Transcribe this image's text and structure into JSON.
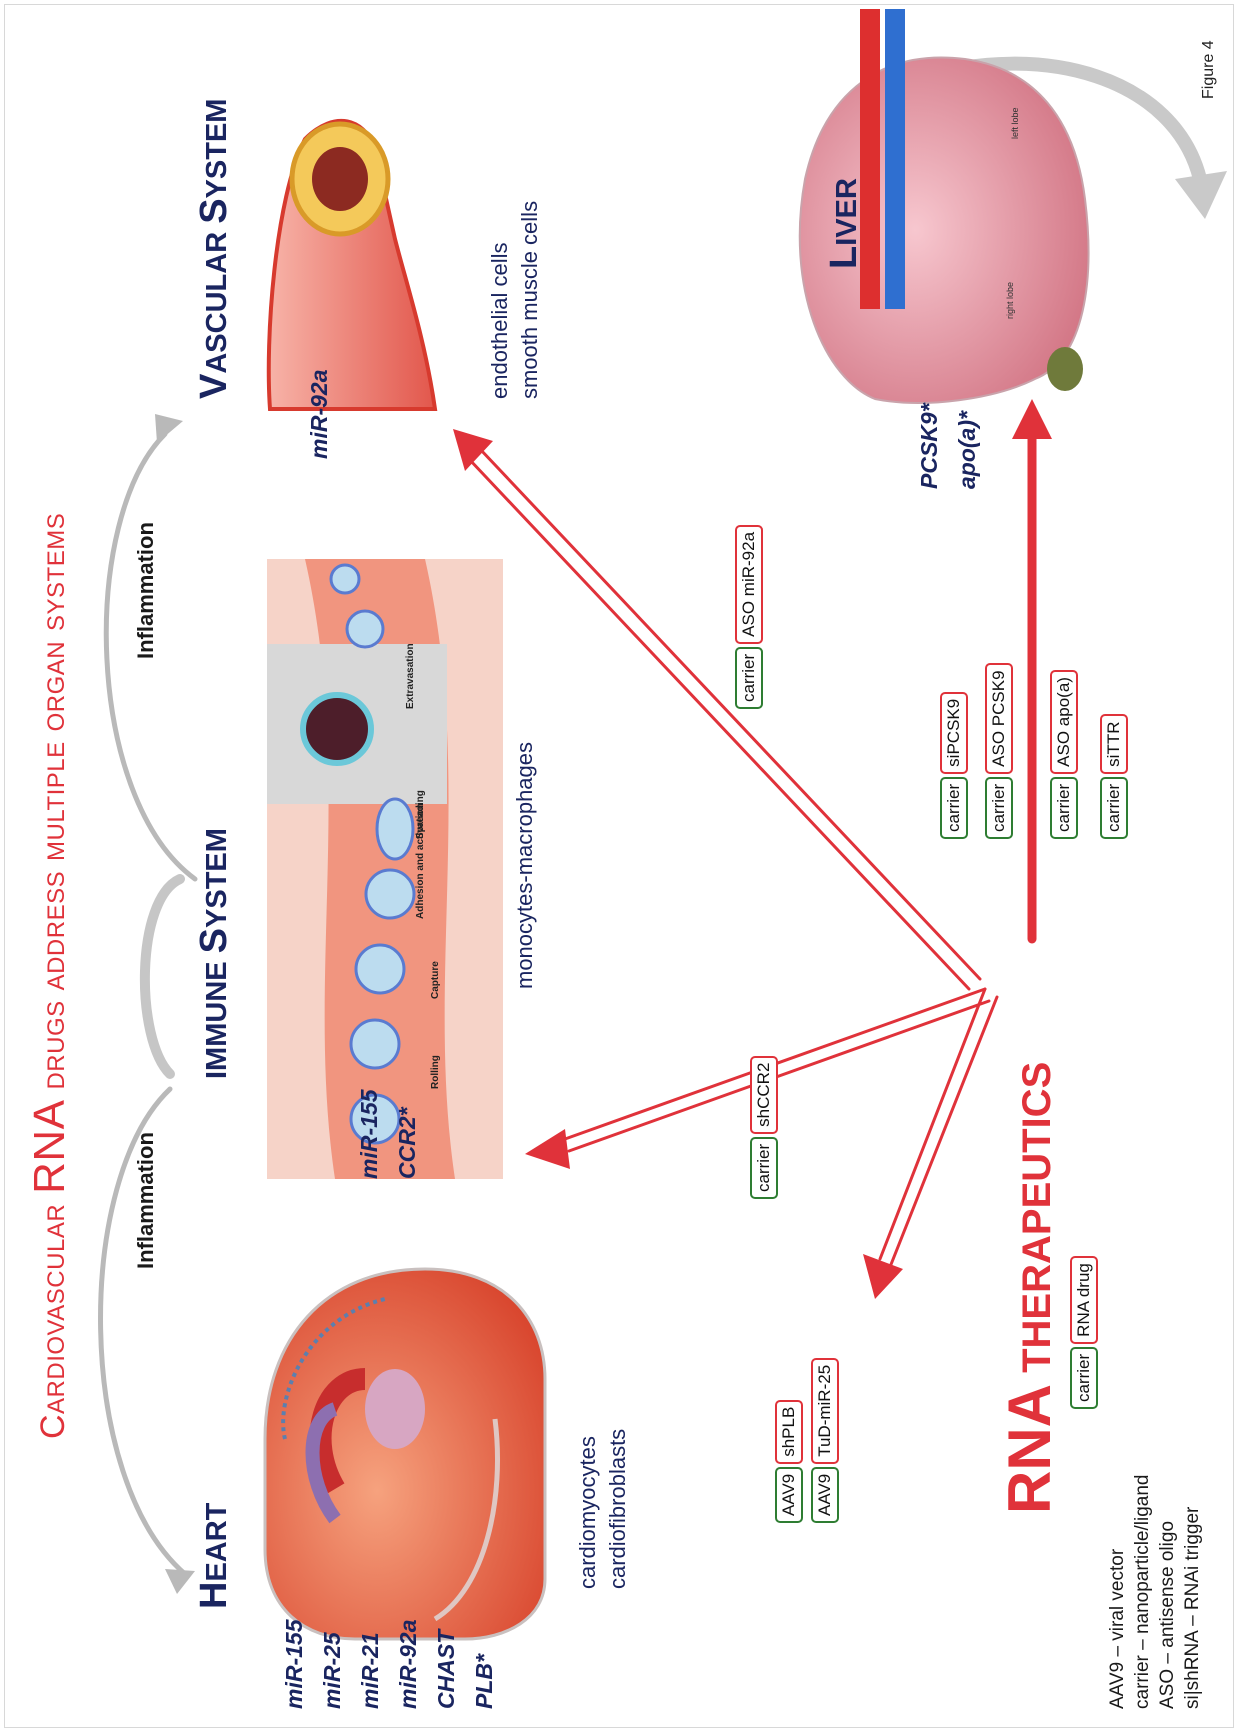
{
  "title": {
    "part1": "Cardiovascular ",
    "rna": "RNA",
    "part2": " drugs address multiple organ systems"
  },
  "organs": {
    "heart": {
      "first": "H",
      "rest": "EART"
    },
    "immune": {
      "first": "IMMUNE ",
      "s": "S",
      "rest": "YSTEM"
    },
    "vascular": {
      "v": "V",
      "rest1": "ASCULAR ",
      "s": "S",
      "rest2": "YSTEM"
    },
    "liver": {
      "first": "L",
      "rest": "IVER"
    }
  },
  "inflammation": [
    "Inflammation",
    "Inflammation"
  ],
  "heart_genes": [
    "miR-155",
    "miR-25",
    "miR-21",
    "miR-92a",
    "CHAST",
    "PLB*"
  ],
  "immune_genes": [
    "miR-155",
    "CCR2*"
  ],
  "vascular_genes": [
    "miR-92a"
  ],
  "liver_genes": [
    "PCSK9*",
    "apo(a)*"
  ],
  "heart_cells": [
    "cardiomyocytes",
    "cardiofibroblasts"
  ],
  "immune_cells": [
    "monocytes-macrophages"
  ],
  "vascular_cells": [
    "endothelial cells",
    "smooth muscle cells"
  ],
  "immune_diagram_labels": [
    "Rolling",
    "Capture",
    "Adhesion and activation",
    "Spreading",
    "Extravasation"
  ],
  "liver_diagram_labels": [
    "left lobe",
    "right lobe"
  ],
  "rna_therapeutics": {
    "rna": "RNA",
    "rest": " THERAPEUTICS"
  },
  "chips": {
    "heart": [
      [
        "AAV9",
        "shPLB"
      ],
      [
        "AAV9",
        "TuD-miR-25"
      ]
    ],
    "immune": [
      [
        "carrier",
        "shCCR2"
      ]
    ],
    "center": [
      [
        "carrier",
        "RNA drug"
      ]
    ],
    "vascular": [
      [
        "carrier",
        "ASO miR-92a"
      ]
    ],
    "liver": [
      [
        "carrier",
        "siPCSK9"
      ],
      [
        "carrier",
        "ASO PCSK9"
      ],
      [
        "carrier",
        "ASO apo(a)"
      ],
      [
        "carrier",
        "siTTR"
      ]
    ]
  },
  "legend": [
    "AAV9 – viral vector",
    "carrier – nanoparticle/ligand",
    "ASO – antisense oligo",
    "si|shRNA – RNAi trigger"
  ],
  "figure_label": "Figure 4",
  "colors": {
    "red": "#e0323a",
    "navy": "#1a2560",
    "green": "#2e7d32"
  }
}
